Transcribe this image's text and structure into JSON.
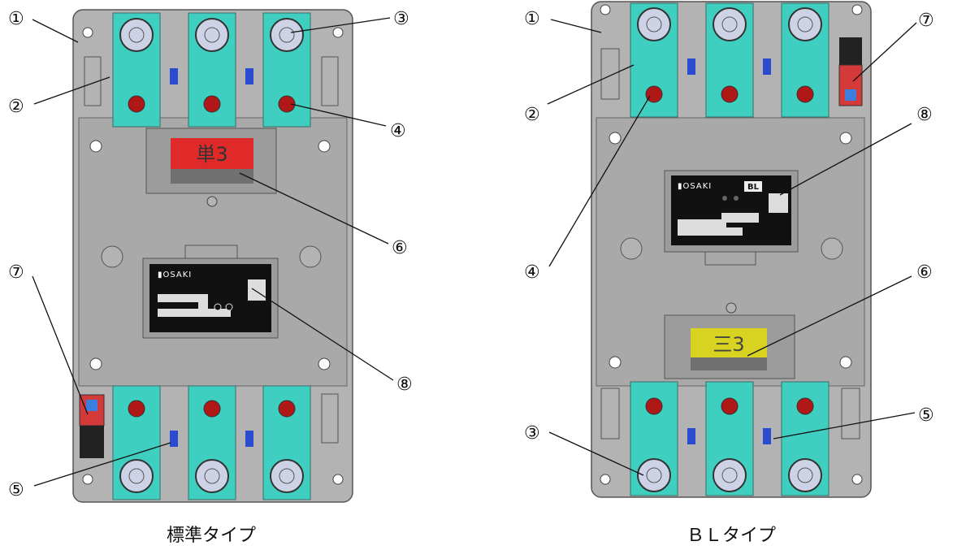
{
  "callout_labels": [
    "①",
    "②",
    "③",
    "④",
    "⑤",
    "⑥",
    "⑦",
    "⑧"
  ],
  "captions": {
    "standard": "標準タイプ",
    "bl": "ＢＬタイプ"
  },
  "standard_unit": {
    "logo_text": "▮OSAKI",
    "indicator_text": "単3",
    "indicator_color": "#e02a2a"
  },
  "bl_unit": {
    "logo_text": "▮OSAKI",
    "badge_text": "BL",
    "indicator_text": "三3",
    "indicator_color": "#d8d321"
  },
  "colors": {
    "body": "#a8a8a8",
    "terminal": "#3fcfc1",
    "screw_head": "#cdd2e6",
    "red_dot": "#b01818",
    "blue_part": "#2a4bd0"
  }
}
